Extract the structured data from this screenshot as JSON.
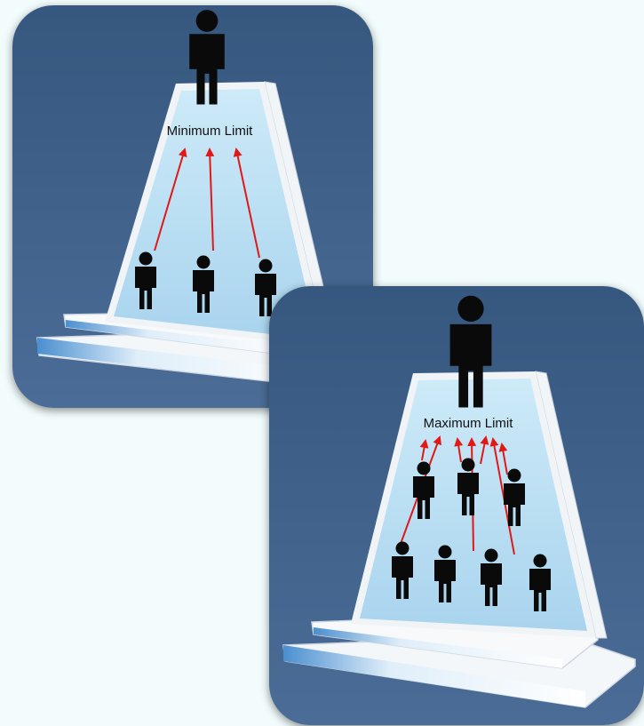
{
  "panels": {
    "minimum": {
      "label": "Minimum Limit",
      "people_at_base": 3,
      "people_at_top": 1
    },
    "maximum": {
      "label": "Maximum Limit",
      "people_at_base": 7,
      "people_at_top": 1
    }
  },
  "colors": {
    "panel_background": "#3d5f8a",
    "monument_face": "#b8def2",
    "monument_border": "#eef3f8",
    "arrow": "#e01818",
    "figure": "#0a0a0a",
    "page_background": "#f2fcfc"
  }
}
